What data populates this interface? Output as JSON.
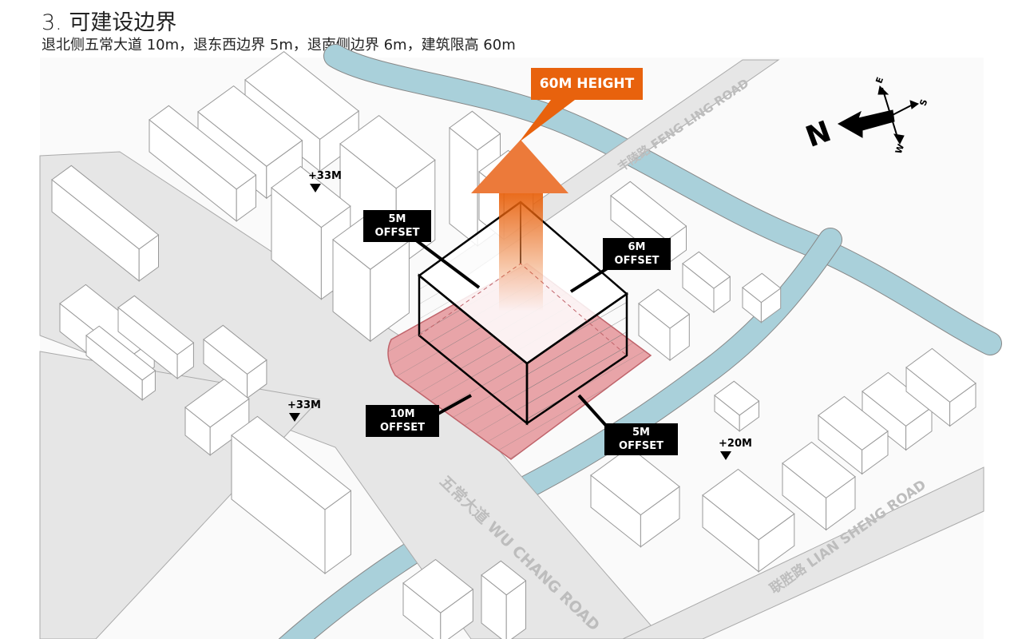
{
  "header": {
    "title": "3. 可建设边界",
    "subtitle": "退北侧五常大道 10m，退东西边界 5m，退南侧边界 6m，建筑限高 60m"
  },
  "height_limit": {
    "label": "60M HEIGHT",
    "color": "#e8620d"
  },
  "callouts": [
    {
      "line1": "5M",
      "line2": "OFFSET"
    },
    {
      "line1": "6M",
      "line2": "OFFSET"
    },
    {
      "line1": "10M",
      "line2": "OFFSET"
    },
    {
      "line1": "5M",
      "line2": "OFFSET"
    }
  ],
  "elevation_markers": [
    "+33M",
    "+33M",
    "+20M"
  ],
  "roads": {
    "feng_ling": "丰陵路 FENG LING ROAD",
    "wu_chang": "五常大道 WU CHANG ROAD",
    "lian_sheng": "联胜路 LIAN SHENG ROAD"
  },
  "compass": {
    "n": "N",
    "e": "E",
    "s": "S",
    "w": "W"
  },
  "colors": {
    "river": "#a9d0da",
    "road": "#e6e6e6",
    "site": "#e8a4a8",
    "arrow": "#e8620d"
  }
}
